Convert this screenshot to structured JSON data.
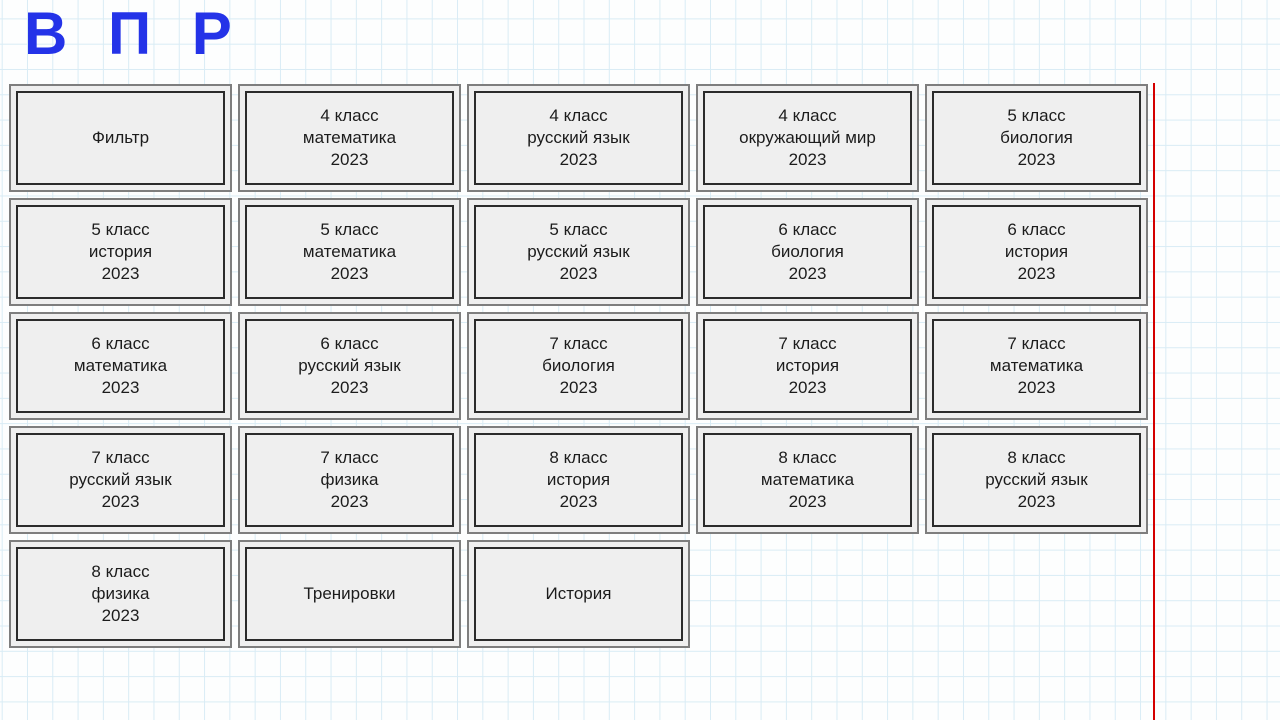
{
  "app": {
    "title": "В П Р"
  },
  "colors": {
    "page_bg": "#fdfefe",
    "grid_line": "#d9ecf5",
    "title_blue": "#2433e8",
    "button_bg": "#efefef",
    "outer_border": "#7e7e7e",
    "inner_border": "#2b2b2b",
    "text": "#1c1c1c",
    "red_line": "#d40000"
  },
  "buttons": [
    {
      "name": "filter",
      "lines": [
        "Фильтр"
      ]
    },
    {
      "name": "grade4-math-2023",
      "lines": [
        "4 класс",
        "математика",
        "2023"
      ]
    },
    {
      "name": "grade4-russian-2023",
      "lines": [
        "4 класс",
        "русский язык",
        "2023"
      ]
    },
    {
      "name": "grade4-world-2023",
      "lines": [
        "4 класс",
        "окружающий мир",
        "2023"
      ]
    },
    {
      "name": "grade5-biology-2023",
      "lines": [
        "5 класс",
        "биология",
        "2023"
      ]
    },
    {
      "name": "grade5-history-2023",
      "lines": [
        "5 класс",
        "история",
        "2023"
      ]
    },
    {
      "name": "grade5-math-2023",
      "lines": [
        "5 класс",
        "математика",
        "2023"
      ]
    },
    {
      "name": "grade5-russian-2023",
      "lines": [
        "5 класс",
        "русский язык",
        "2023"
      ]
    },
    {
      "name": "grade6-biology-2023",
      "lines": [
        "6 класс",
        "биология",
        "2023"
      ]
    },
    {
      "name": "grade6-history-2023",
      "lines": [
        "6 класс",
        "история",
        "2023"
      ]
    },
    {
      "name": "grade6-math-2023",
      "lines": [
        "6 класс",
        "математика",
        "2023"
      ]
    },
    {
      "name": "grade6-russian-2023",
      "lines": [
        "6 класс",
        "русский язык",
        "2023"
      ]
    },
    {
      "name": "grade7-biology-2023",
      "lines": [
        "7 класс",
        "биология",
        "2023"
      ]
    },
    {
      "name": "grade7-history-2023",
      "lines": [
        "7 класс",
        "история",
        "2023"
      ]
    },
    {
      "name": "grade7-math-2023",
      "lines": [
        "7 класс",
        "математика",
        "2023"
      ]
    },
    {
      "name": "grade7-russian-2023",
      "lines": [
        "7 класс",
        "русский язык",
        "2023"
      ]
    },
    {
      "name": "grade7-physics-2023",
      "lines": [
        "7 класс",
        "физика",
        "2023"
      ]
    },
    {
      "name": "grade8-history-2023",
      "lines": [
        "8 класс",
        "история",
        "2023"
      ]
    },
    {
      "name": "grade8-math-2023",
      "lines": [
        "8 класс",
        "математика",
        "2023"
      ]
    },
    {
      "name": "grade8-russian-2023",
      "lines": [
        "8 класс",
        "русский язык",
        "2023"
      ]
    },
    {
      "name": "grade8-physics-2023",
      "lines": [
        "8 класс",
        "физика",
        "2023"
      ]
    },
    {
      "name": "trainings",
      "lines": [
        "Тренировки"
      ]
    },
    {
      "name": "history",
      "lines": [
        "История"
      ]
    }
  ]
}
